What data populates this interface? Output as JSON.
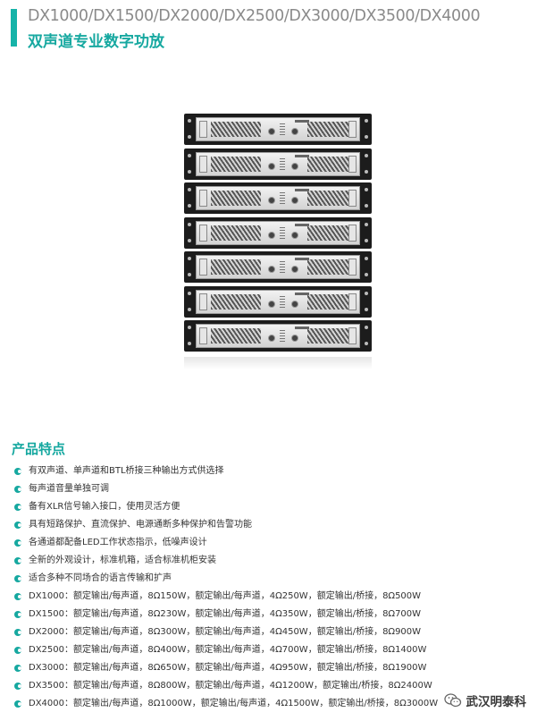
{
  "header": {
    "title_en": "DX1000/DX1500/DX2000/DX2500/DX3000/DX3500/DX4000",
    "title_cn": "双声道专业数字功放",
    "accent_color": "#16b3a8"
  },
  "product_image": {
    "icon": "amplifier-rack-image",
    "unit_count": 7
  },
  "features": {
    "heading": "产品特点",
    "bullet_icon": "bullet-icon",
    "items": [
      "有双声道、单声道和BTL桥接三种输出方式供选择",
      "每声道音量单独可调",
      "备有XLR信号输入接口，使用灵活方便",
      "具有短路保护、直流保护、电源通断多种保护和告警功能",
      "各通道都配备LED工作状态指示，低噪声设计",
      "全新的外观设计，标准机箱，适合标准机柜安装",
      "适合多种不同场合的语言传输和扩声",
      "DX1000：额定输出/每声道，8Ω150W，额定输出/每声道，4Ω250W，额定输出/桥接，8Ω500W",
      "DX1500：额定输出/每声道，8Ω230W，额定输出/每声道，4Ω350W，额定输出/桥接，8Ω700W",
      "DX2000：额定输出/每声道，8Ω300W，额定输出/每声道，4Ω450W，额定输出/桥接，8Ω900W",
      "DX2500：额定输出/每声道，8Ω400W，额定输出/每声道，4Ω700W，额定输出/桥接，8Ω1400W",
      "DX3000：额定输出/每声道，8Ω650W，额定输出/每声道，4Ω950W，额定输出/桥接，8Ω1900W",
      "DX3500：额定输出/每声道，8Ω800W，额定输出/每声道，4Ω1200W，额定输出/桥接，8Ω2400W",
      "DX4000：额定输出/每声道，8Ω1000W，额定输出/每声道，4Ω1500W，额定输出/桥接，8Ω3000W"
    ]
  },
  "watermark": {
    "icon": "wechat-icon",
    "text": "武汉明泰科"
  }
}
